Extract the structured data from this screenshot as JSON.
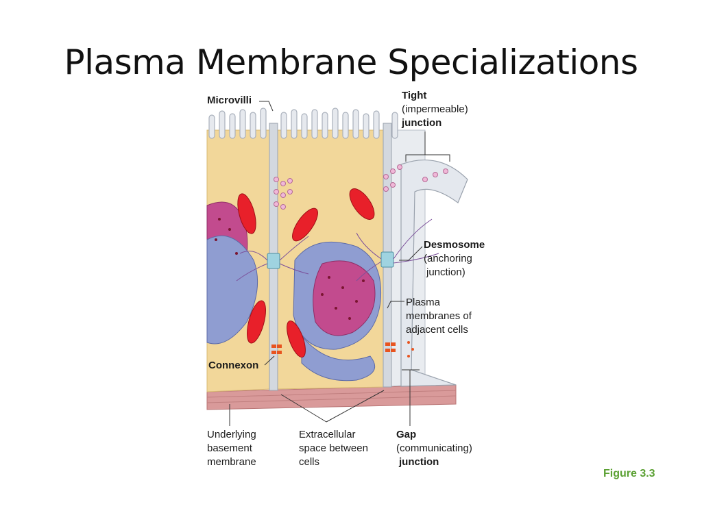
{
  "title": "Plasma Membrane Specializations",
  "labels": {
    "microvilli": "Microvilli",
    "tight_1": "Tight",
    "tight_2": "(impermeable)",
    "tight_3": "junction",
    "desmosome_1": "Desmosome",
    "desmosome_2": "(anchoring",
    "desmosome_3": "junction)",
    "plasma_1": "Plasma",
    "plasma_2": "membranes of",
    "plasma_3": "adjacent cells",
    "connexon": "Connexon",
    "basement_1": "Underlying",
    "basement_2": "basement",
    "basement_3": "membrane",
    "extra_1": "Extracellular",
    "extra_2": "space between",
    "extra_3": "cells",
    "gap_1": "Gap",
    "gap_2": "(communicating)",
    "gap_3": "junction"
  },
  "figure_label": "Figure 3.3",
  "colors": {
    "cytoplasm": "#f2d79a",
    "membrane": "#c9ced6",
    "nucleus": "#c24b8e",
    "er": "#8f9dd1",
    "mitochondria": "#e8202a",
    "basement": "#d99a9a",
    "figure_label": "#5aa032"
  }
}
